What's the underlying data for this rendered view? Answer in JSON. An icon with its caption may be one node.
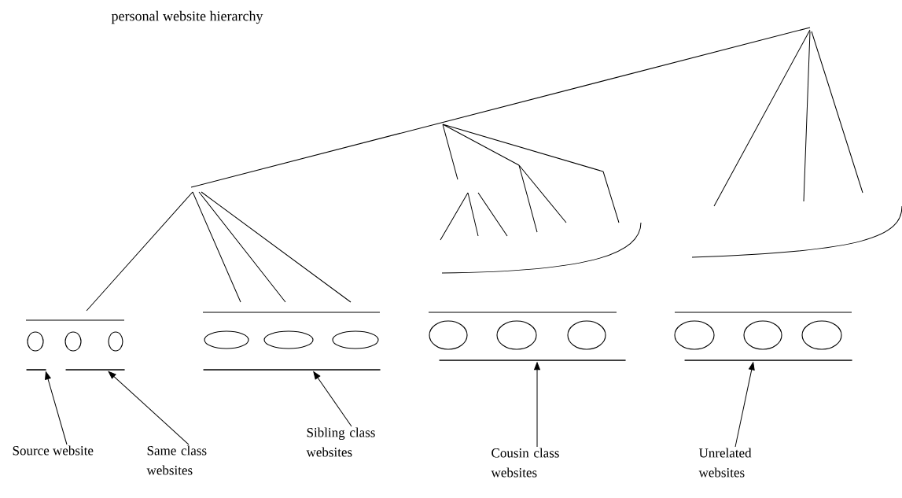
{
  "diagram": {
    "title": "personal website hierarchy",
    "nodes": [
      {
        "text": [
          "Source website"
        ]
      },
      {
        "text": [
          "Same class websites"
        ]
      },
      {
        "text": [
          "Sibling class websites"
        ]
      },
      {
        "text": [
          "Cousin class websites"
        ]
      },
      {
        "text": [
          "Unrelated websites"
        ]
      },
      {
        "text": [],
        "shape": "bar"
      },
      {
        "text": [],
        "shape": "bar"
      },
      {
        "text": [],
        "shape": "bar"
      },
      {
        "text": [],
        "shape": "bar"
      },
      {
        "text": [],
        "shape": "bar"
      }
    ],
    "edges": [
      {
        "from": 0,
        "to": 5,
        "arrow": "to"
      },
      {
        "from": 1,
        "to": 6,
        "arrow": "to"
      },
      {
        "from": 2,
        "to": 7,
        "arrow": "to"
      },
      {
        "from": 3,
        "to": 8,
        "arrow": "to"
      },
      {
        "from": 4,
        "to": 9,
        "arrow": "to"
      }
    ]
  }
}
